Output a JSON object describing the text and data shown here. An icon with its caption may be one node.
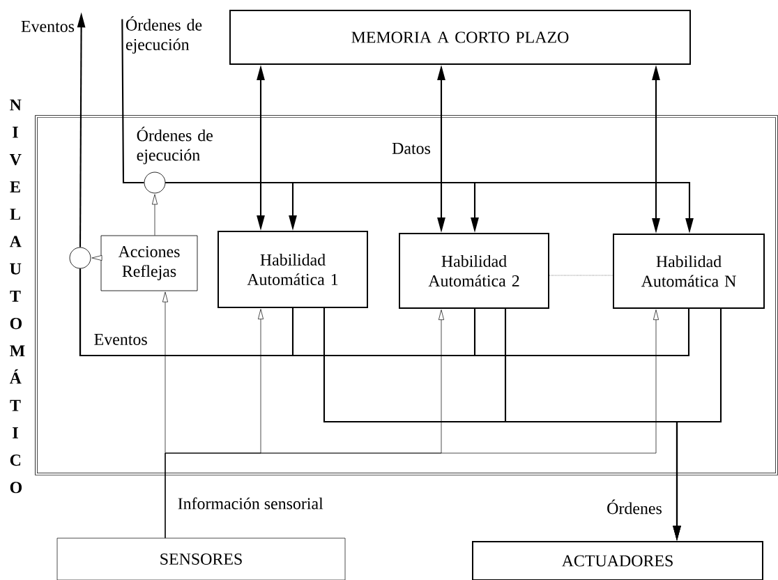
{
  "diagram": {
    "nodes": [
      {
        "text": [
          "NIVEL AUTOMÁTICO"
        ]
      },
      {
        "text": [
          "MEMORIA A CORTO PLAZO"
        ]
      },
      {
        "text": [
          "Acciones Reflejas"
        ],
        "in": 0
      },
      {
        "text": [
          "Habilidad Automática 1"
        ],
        "in": 0
      },
      {
        "text": [
          "Habilidad Automática 2"
        ],
        "in": 0
      },
      {
        "text": [
          "Habilidad Automática N"
        ],
        "in": 0
      },
      {
        "text": [],
        "shape": "circle",
        "in": 0,
        "beside": [
          "Órdenes de ejecución"
        ]
      },
      {
        "text": [],
        "shape": "circle",
        "in": 0
      },
      {
        "text": [
          "SENSORES"
        ]
      },
      {
        "text": [
          "ACTUADORES"
        ]
      },
      {
        "text": [
          "Eventos"
        ]
      },
      {
        "text": [
          "Órdenes de ejecución"
        ]
      }
    ],
    "edges": [
      {
        "from": 1,
        "to": 3,
        "arrow": "both"
      },
      {
        "from": 1,
        "to": 4,
        "arrow": "both",
        "label": "Datos"
      },
      {
        "from": 1,
        "to": 5,
        "arrow": "both"
      },
      {
        "from": 11,
        "to": 6,
        "arrow": "none"
      },
      {
        "from": 6,
        "to": 3,
        "arrow": "to"
      },
      {
        "from": 6,
        "to": 4,
        "arrow": "to"
      },
      {
        "from": 6,
        "to": 5,
        "arrow": "to"
      },
      {
        "from": 2,
        "to": 6,
        "arrow": "to"
      },
      {
        "from": 2,
        "to": 7,
        "arrow": "to"
      },
      {
        "from": 3,
        "to": 7,
        "arrow": "none",
        "label": "Eventos"
      },
      {
        "from": 4,
        "to": 7,
        "arrow": "none"
      },
      {
        "from": 5,
        "to": 7,
        "arrow": "none"
      },
      {
        "from": 7,
        "to": 10,
        "arrow": "to"
      },
      {
        "from": 3,
        "to": 9,
        "arrow": "to",
        "label": "Órdenes"
      },
      {
        "from": 4,
        "to": 9,
        "arrow": "to"
      },
      {
        "from": 5,
        "to": 9,
        "arrow": "to"
      },
      {
        "from": 8,
        "to": 2,
        "arrow": "to",
        "label": "Información sensorial"
      },
      {
        "from": 8,
        "to": 3,
        "arrow": "to"
      },
      {
        "from": 8,
        "to": 4,
        "arrow": "to"
      },
      {
        "from": 8,
        "to": 5,
        "arrow": "to"
      },
      {
        "from": 4,
        "to": 5,
        "arrow": "none",
        "style": "dashed"
      }
    ]
  }
}
